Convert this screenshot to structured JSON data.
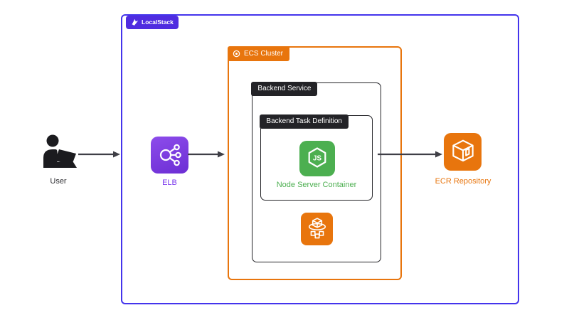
{
  "localstack": {
    "label": "LocalStack"
  },
  "ecs_cluster": {
    "label": "ECS Cluster"
  },
  "backend_service": {
    "label": "Backend Service"
  },
  "task_definition": {
    "label": "Backend Task Definition"
  },
  "node_container": {
    "label": "Node Server Container",
    "icon_text": "JS"
  },
  "user": {
    "label": "User"
  },
  "elb": {
    "label": "ELB"
  },
  "ecr_repository": {
    "label": "ECR Repository"
  },
  "icons": {
    "localstack_logo": "localstack-rocket-icon",
    "ecs_cluster_badge": "ring-dot-icon",
    "user": "person-at-laptop-icon",
    "elb": "load-balancer-nodes-icon",
    "nodejs": "nodejs-hexagon-icon",
    "ecs_service": "cube-over-orbit-icon",
    "ecr": "3d-cube-icon",
    "connectors": "right-arrow-icon"
  },
  "colors": {
    "background": "#ffffff",
    "localstack_border": "#4434ec",
    "localstack_badge_bg": "#4f2ce0",
    "aws_orange": "#e8750d",
    "dark_badge_bg": "#232327",
    "node_green": "#4caf50",
    "elb_purple_text": "#7c3aed",
    "elb_gradient_start": "#8d4ceb",
    "elb_gradient_end": "#6c2ed4",
    "arrow": "#3f3f46",
    "user_silhouette": "#1b1b1f"
  }
}
